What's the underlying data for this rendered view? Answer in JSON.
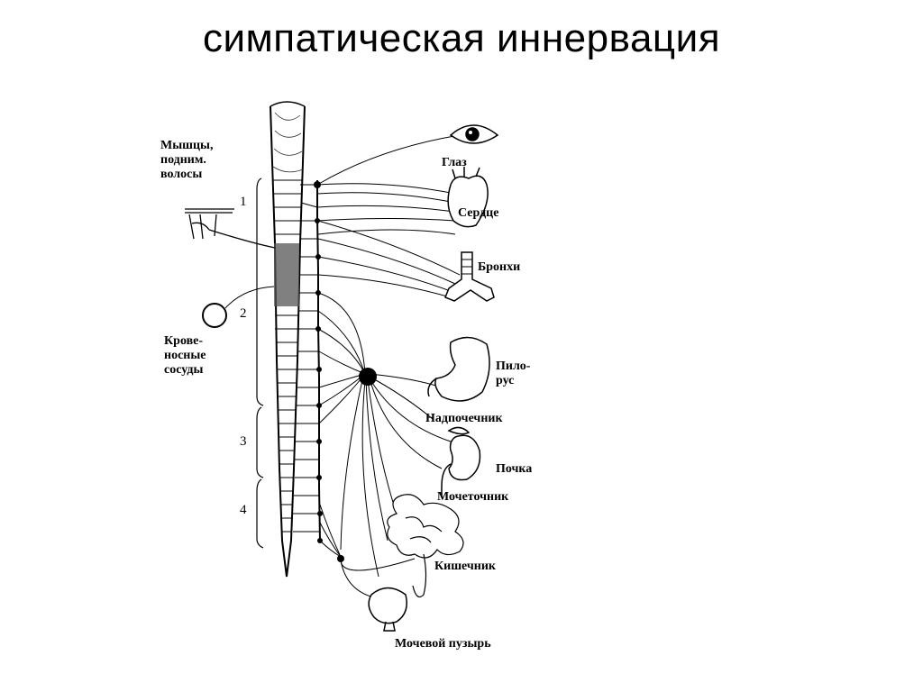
{
  "title": "симпатическая иннервация",
  "labels": {
    "muscles": [
      "Мышцы,",
      "подним.",
      "волосы"
    ],
    "vessels": [
      "Крове-",
      "носные",
      "сосуды"
    ],
    "eye": "Глаз",
    "heart": "Сердце",
    "bronchi": "Бронхи",
    "pylorus": [
      "Пило-",
      "рус"
    ],
    "adrenal": "Надпочечник",
    "kidney": "Почка",
    "ureter": "Мочеточник",
    "intestine": "Кишечник",
    "bladder": "Мочевой пузырь"
  },
  "segments": [
    "1",
    "2",
    "3",
    "4"
  ]
}
